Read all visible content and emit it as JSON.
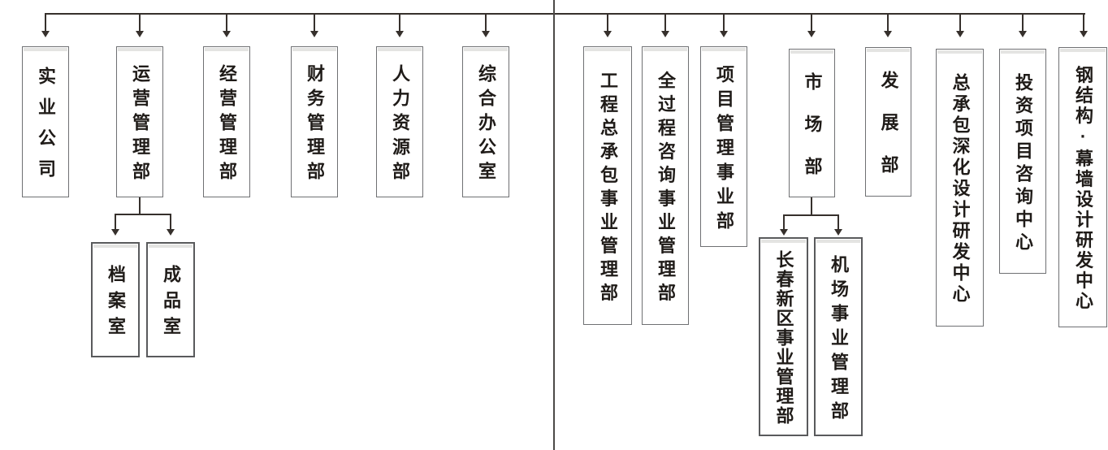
{
  "colors": {
    "background": "#ffffff",
    "box_border": "#6f7073",
    "sub_box_border": "#595a5c",
    "box_top_strip": "#e4e4e2",
    "connector_line": "#36302c",
    "section_divider": "#4c4947",
    "text": "#1f1b18"
  },
  "org": {
    "left_section": {
      "departments": [
        {
          "label": "实业公司"
        },
        {
          "label": "运营管理部"
        },
        {
          "label": "经营管理部"
        },
        {
          "label": "财务管理部"
        },
        {
          "label": "人力资源部"
        },
        {
          "label": "综合办公室"
        }
      ],
      "sub_departments": [
        {
          "label": "档案室",
          "parent": "运营管理部"
        },
        {
          "label": "成品室",
          "parent": "运营管理部"
        }
      ]
    },
    "right_section": {
      "departments": [
        {
          "label": "工程总承包事业管理部"
        },
        {
          "label": "全过程咨询事业管理部"
        },
        {
          "label": "项目管理事业部"
        },
        {
          "label": "市场部"
        },
        {
          "label": "发展部"
        },
        {
          "label": "总承包深化设计研发中心"
        },
        {
          "label": "投资项目咨询中心"
        },
        {
          "label": "钢结构·幕墙设计研发中心"
        }
      ],
      "sub_departments": [
        {
          "label": "长春新区事业管理部",
          "parent": "市场部"
        },
        {
          "label": "机场事业管理部",
          "parent": "市场部"
        }
      ]
    }
  }
}
